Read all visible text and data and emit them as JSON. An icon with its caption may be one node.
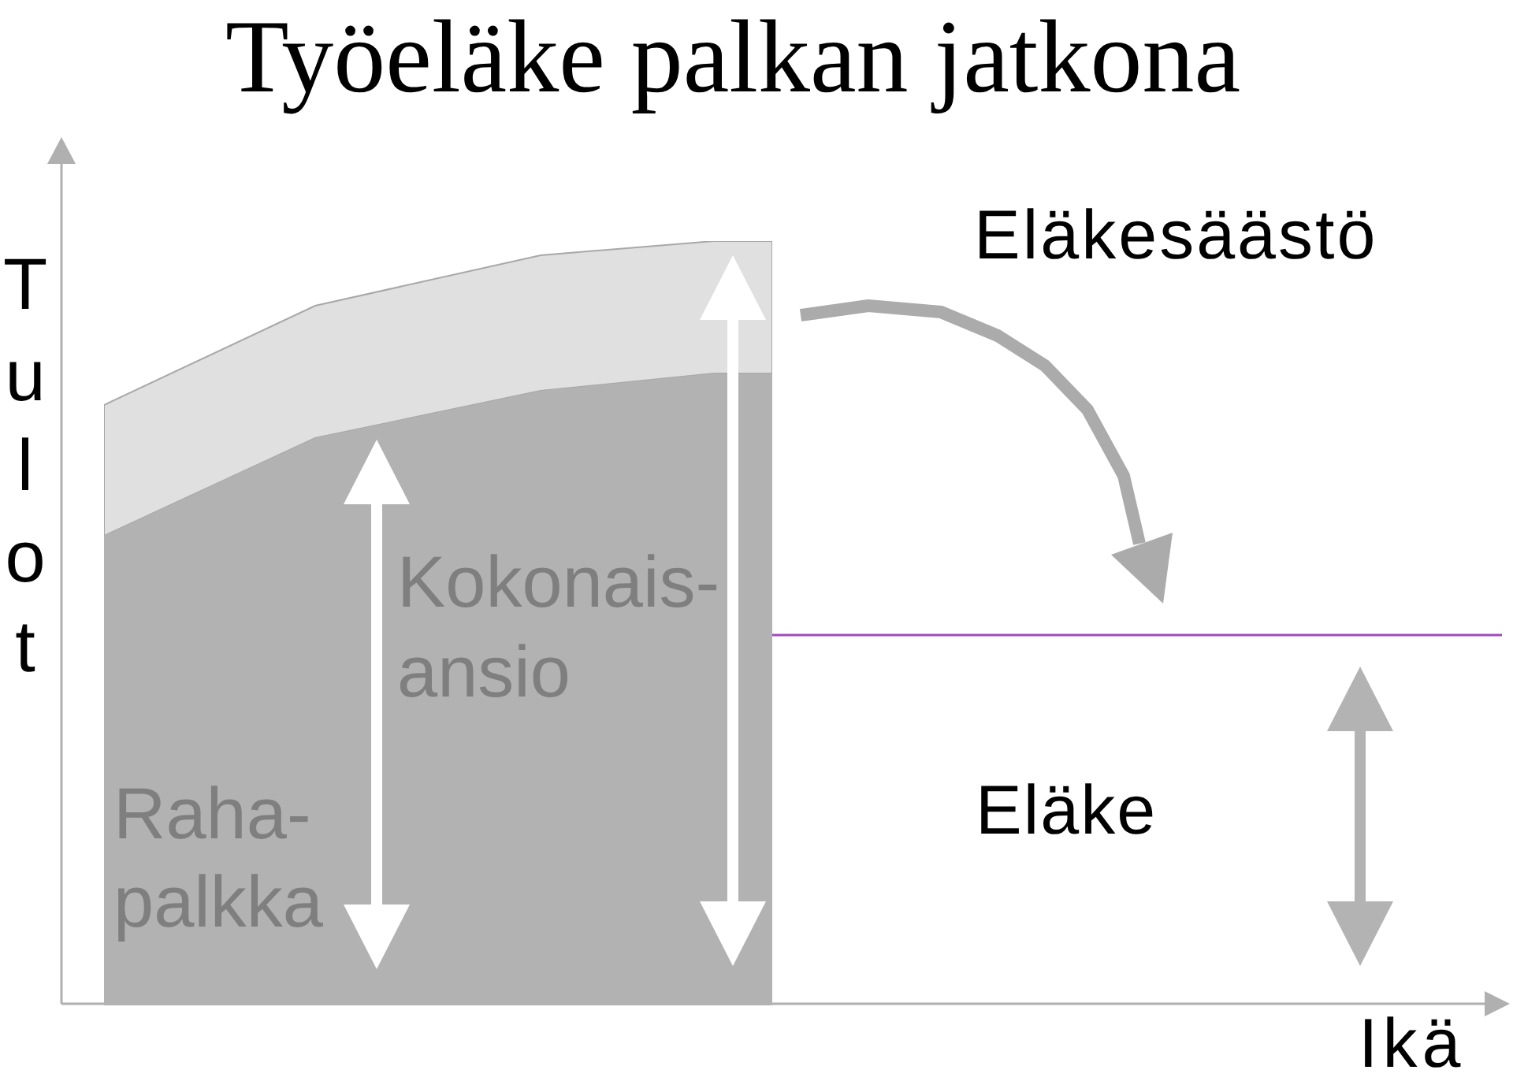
{
  "diagram": {
    "title": "Työeläke palkan jatkona",
    "nodes": [
      {
        "text": [],
        "shape": "band"
      },
      {
        "text": [
          "Kokonais-ansio",
          "Raha-palkka"
        ]
      }
    ],
    "labels": [
      "Eläkesäästö",
      "Tulot",
      "Eläke",
      "Ikä"
    ]
  }
}
